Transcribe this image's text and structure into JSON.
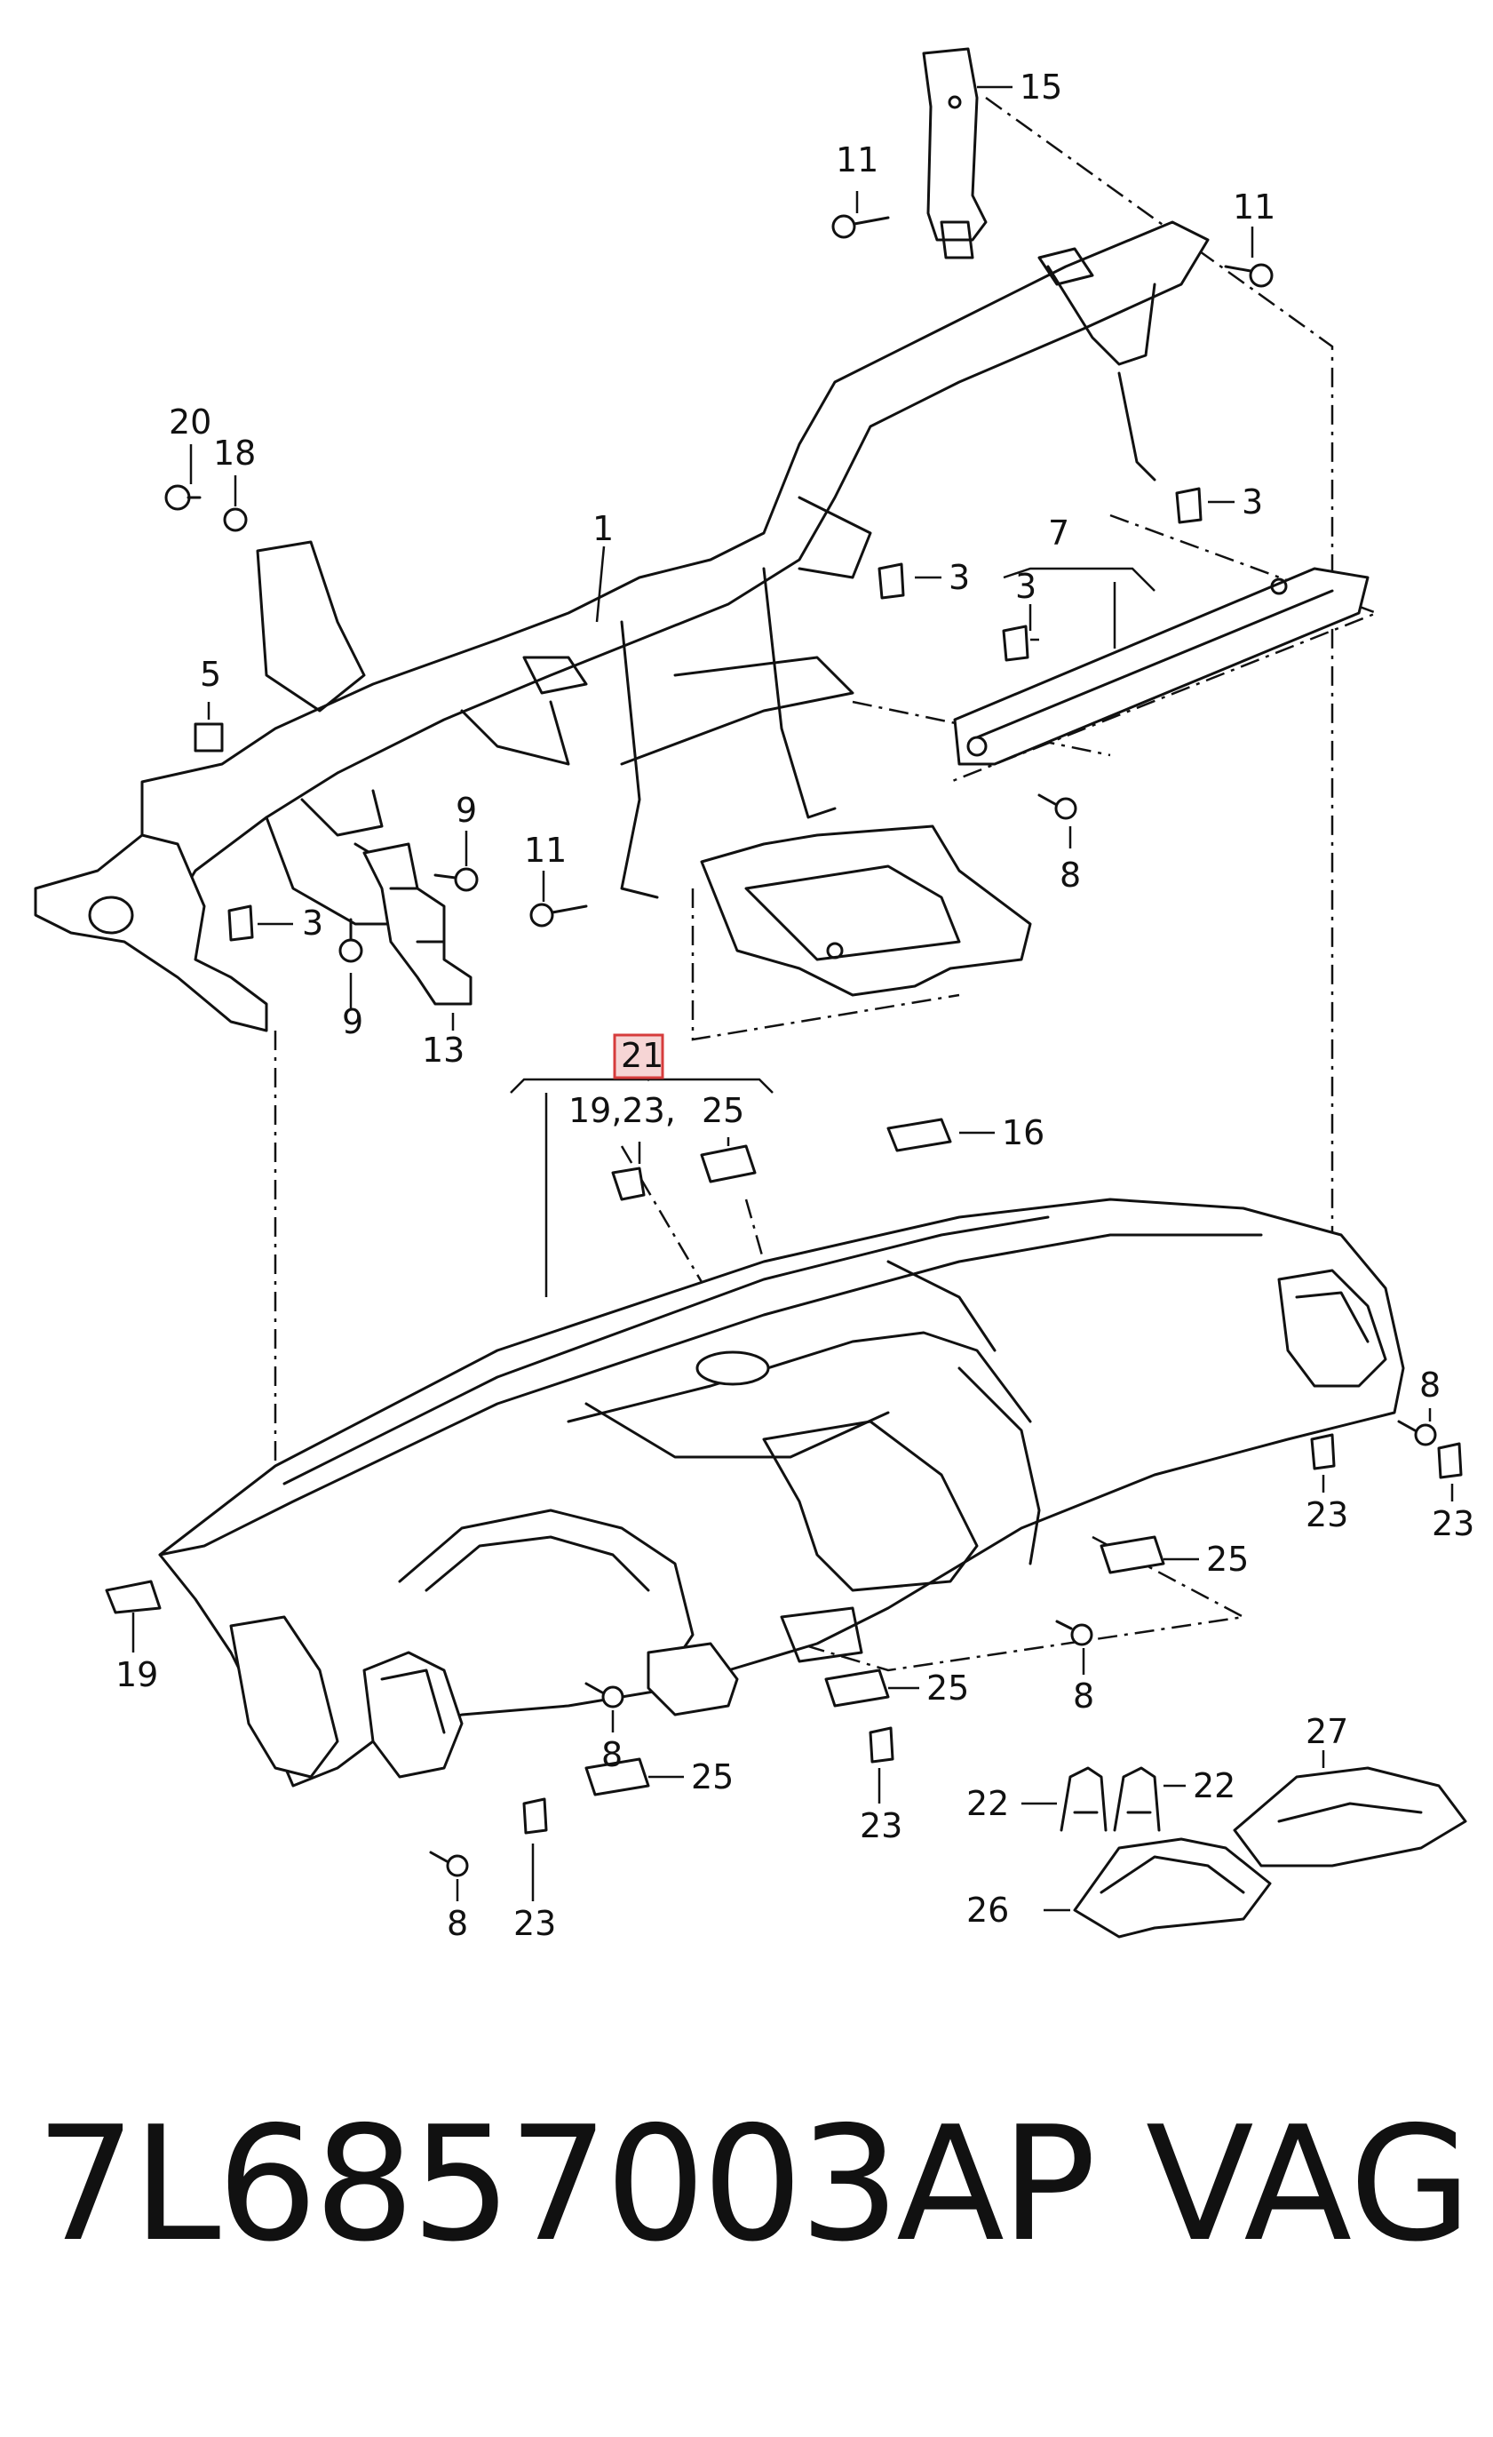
{
  "diagram": {
    "callouts": {
      "c1": "1",
      "c3a": "3",
      "c3b": "3",
      "c3c": "3",
      "c3d": "3",
      "c5": "5",
      "c7": "7",
      "c8a": "8",
      "c8b": "8",
      "c8c": "8",
      "c8d": "8",
      "c8e": "8",
      "c9a": "9",
      "c9b": "9",
      "c11a": "11",
      "c11b": "11",
      "c11c": "11",
      "c13": "13",
      "c15": "15",
      "c16": "16",
      "c18": "18",
      "c19": "19",
      "c20": "20",
      "c21": "21",
      "c19_23": "19,23,",
      "c22a": "22",
      "c22b": "22",
      "c23a": "23",
      "c23b": "23",
      "c23c": "23",
      "c23d": "23",
      "c25a": "25",
      "c25b": "25",
      "c25c": "25",
      "c25d": "25",
      "c26": "26",
      "c27": "27"
    },
    "highlight_color": "#d63c3c"
  },
  "footer": {
    "part_number": "7L6857003AP",
    "brand": "VAG"
  }
}
